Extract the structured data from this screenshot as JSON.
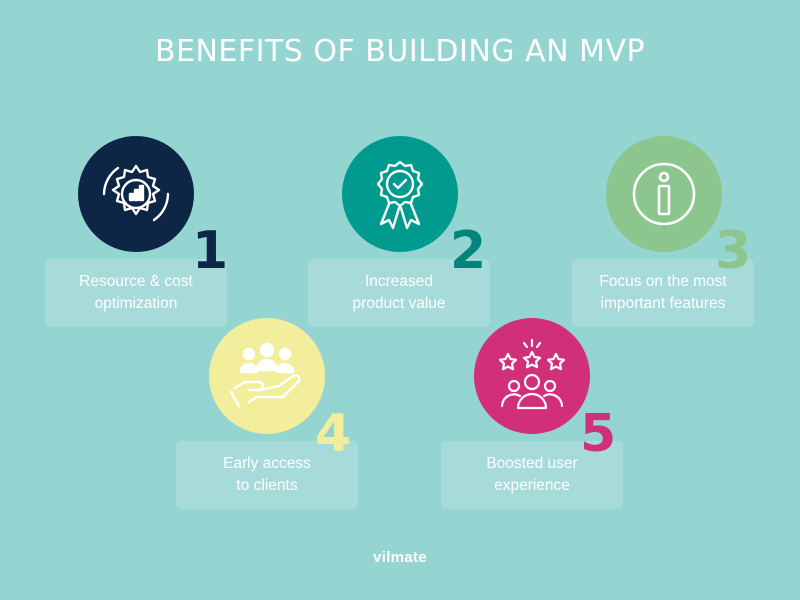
{
  "title": "BENEFITS OF BUILDING AN MVP",
  "brand": "vilmate",
  "benefits": [
    {
      "number": "1",
      "line1": "Resource & cost",
      "line2": "optimization",
      "icon": "gear-chart-icon",
      "circle_color": "#0d2646",
      "number_color": "#0d2646"
    },
    {
      "number": "2",
      "line1": "Increased",
      "line2": "product value",
      "icon": "award-ribbon-icon",
      "circle_color": "#009a8f",
      "number_color": "#00847b"
    },
    {
      "number": "3",
      "line1": "Focus on the most",
      "line2": "important features",
      "icon": "info-icon",
      "circle_color": "#8cc58e",
      "number_color": "#8cc58e"
    },
    {
      "number": "4",
      "line1": "Early access",
      "line2": "to clients",
      "icon": "hand-people-icon",
      "circle_color": "#f2ee9c",
      "number_color": "#f2ee9c"
    },
    {
      "number": "5",
      "line1": "Boosted user",
      "line2": "experience",
      "icon": "stars-users-icon",
      "circle_color": "#d22f7a",
      "number_color": "#d22f7a"
    }
  ]
}
